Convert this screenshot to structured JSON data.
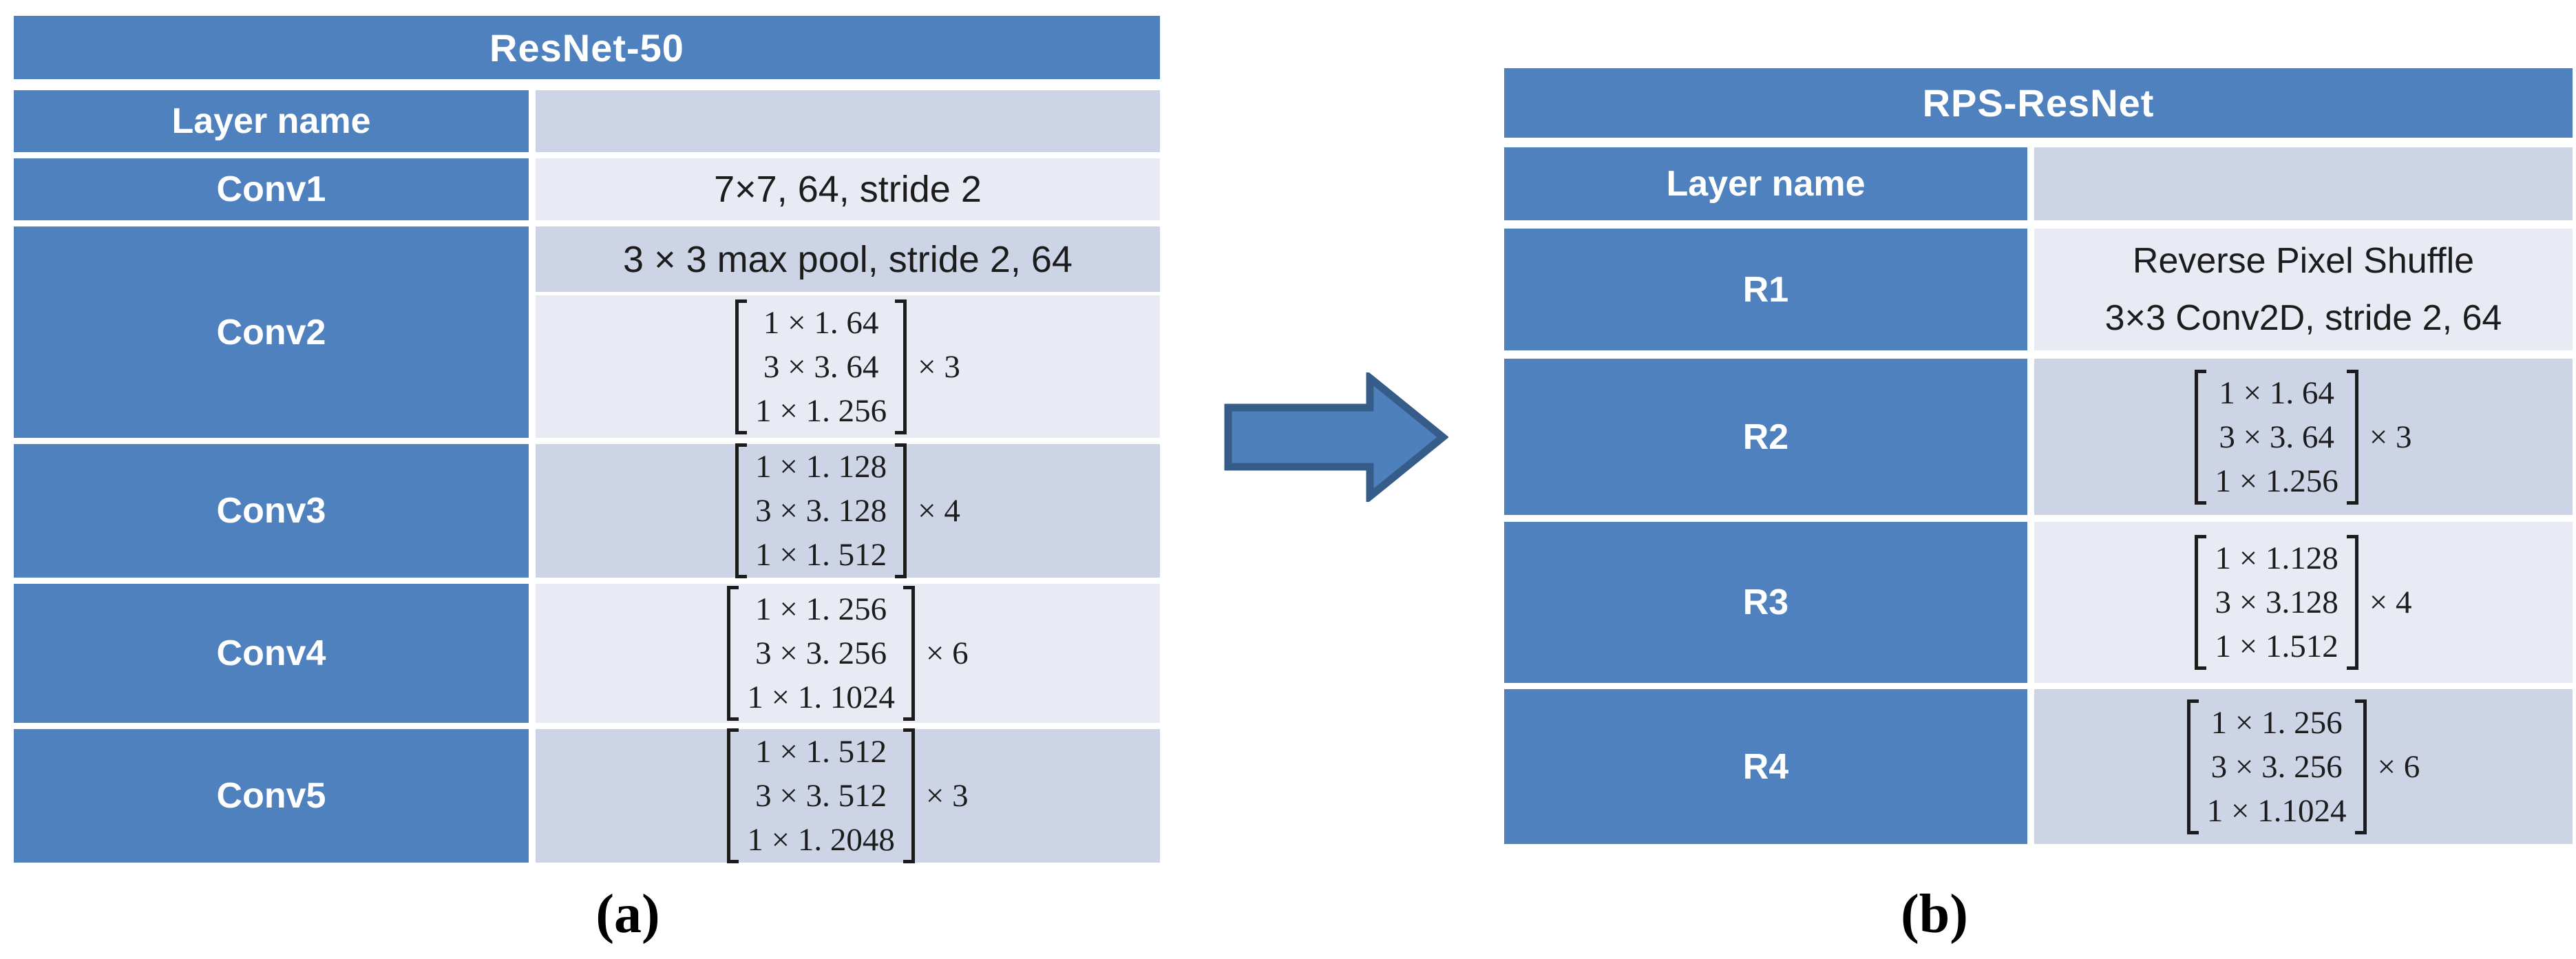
{
  "colors": {
    "header_blue": "#4E81BD",
    "row_light": "#E9EBF4",
    "row_dark": "#CDD4E6",
    "arrow_fill": "#4E80BC",
    "arrow_border": "#365D8A",
    "text_dark": "#1C1C1C",
    "text_white": "#FFFFFF",
    "page_bg": "#FFFFFF"
  },
  "resnet50": {
    "title": "ResNet-50",
    "layer_header": "Layer name",
    "conv1": {
      "label": "Conv1",
      "value": "7×7, 64, stride 2"
    },
    "conv2": {
      "label": "Conv2",
      "pool": "3 × 3 max pool, stride 2, 64",
      "matrix": [
        "1 × 1. 64",
        "3 × 3. 64",
        "1 × 1. 256"
      ],
      "times": "× 3"
    },
    "conv3": {
      "label": "Conv3",
      "matrix": [
        "1 × 1. 128",
        "3 × 3. 128",
        "1 × 1. 512"
      ],
      "times": "× 4"
    },
    "conv4": {
      "label": "Conv4",
      "matrix": [
        "1 × 1. 256",
        "3 × 3. 256",
        "1 × 1. 1024"
      ],
      "times": "× 6"
    },
    "conv5": {
      "label": "Conv5",
      "matrix": [
        "1 × 1. 512",
        "3 × 3. 512",
        "1 × 1. 2048"
      ],
      "times": "× 3"
    }
  },
  "rps_resnet": {
    "title": "RPS-ResNet",
    "layer_header": "Layer name",
    "r1": {
      "label": "R1",
      "line1": "Reverse Pixel Shuffle",
      "line2": "3×3 Conv2D, stride 2, 64"
    },
    "r2": {
      "label": "R2",
      "matrix": [
        "1 × 1. 64",
        "3 × 3. 64",
        "1 × 1.256"
      ],
      "times": "× 3"
    },
    "r3": {
      "label": "R3",
      "matrix": [
        "1 × 1.128",
        "3 × 3.128",
        "1 × 1.512"
      ],
      "times": "× 4"
    },
    "r4": {
      "label": "R4",
      "matrix": [
        "1 × 1. 256",
        "3 × 3. 256",
        "1 × 1.1024"
      ],
      "times": "× 6"
    }
  },
  "arrow": {
    "icon": "right-block-arrow"
  },
  "captions": {
    "a": "(a)",
    "b": "(b)"
  }
}
